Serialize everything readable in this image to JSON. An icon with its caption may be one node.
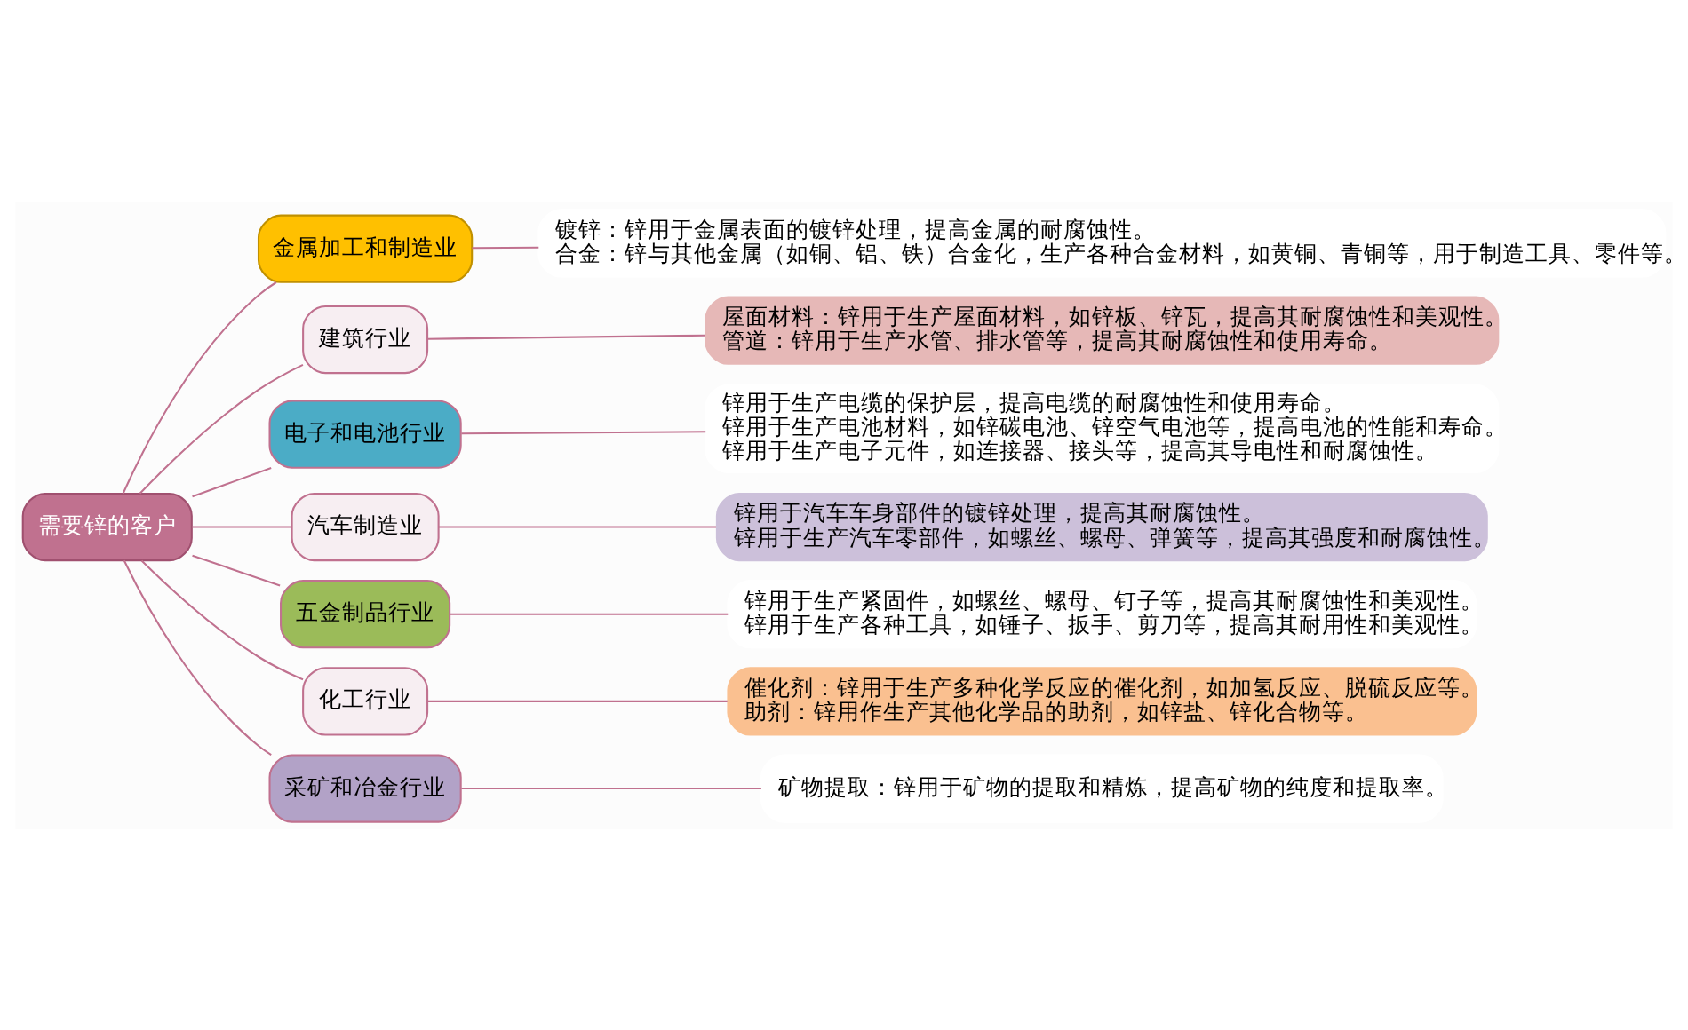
{
  "diagram": {
    "nodes": [
      {
        "text": [
          "需要锌的客户"
        ]
      },
      {
        "text": [
          "金属加工和制造业"
        ]
      },
      {
        "text": [
          "镀锌：锌用于金属表面的镀锌处理，提高金属的耐腐蚀性。",
          "合金：锌与其他金属（如铜、铝、铁）合金化，生产各种合金材料，如黄铜、青铜等，用于制造工具、零件等。"
        ]
      },
      {
        "text": [
          "建筑行业"
        ]
      },
      {
        "text": [
          "屋面材料：锌用于生产屋面材料，如锌板、锌瓦，提高其耐腐蚀性和美观性。",
          "管道：锌用于生产水管、排水管等，提高其耐腐蚀性和使用寿命。"
        ]
      },
      {
        "text": [
          "电子和电池行业"
        ]
      },
      {
        "text": [
          "锌用于生产电缆的保护层，提高电缆的耐腐蚀性和使用寿命。",
          "锌用于生产电池材料，如锌碳电池、锌空气电池等，提高电池的性能和寿命。",
          "锌用于生产电子元件，如连接器、接头等，提高其导电性和耐腐蚀性。"
        ]
      },
      {
        "text": [
          "汽车制造业"
        ]
      },
      {
        "text": [
          "锌用于汽车车身部件的镀锌处理，提高其耐腐蚀性。",
          "锌用于生产汽车零部件，如螺丝、螺母、弹簧等，提高其强度和耐腐蚀性。"
        ]
      },
      {
        "text": [
          "五金制品行业"
        ]
      },
      {
        "text": [
          "锌用于生产紧固件，如螺丝、螺母、钉子等，提高其耐腐蚀性和美观性。",
          "锌用于生产各种工具，如锤子、扳手、剪刀等，提高其耐用性和美观性。"
        ]
      },
      {
        "text": [
          "化工行业"
        ]
      },
      {
        "text": [
          "催化剂：锌用于生产多种化学反应的催化剂，如加氢反应、脱硫反应等。",
          "助剂：锌用作生产其他化学品的助剂，如锌盐、锌化合物等。"
        ]
      },
      {
        "text": [
          "采矿和冶金行业"
        ]
      },
      {
        "text": [
          "矿物提取：锌用于矿物的提取和精炼，提高矿物的纯度和提取率。"
        ]
      }
    ],
    "edges": [
      {
        "from": 0,
        "to": 1,
        "arrow": "none"
      },
      {
        "from": 1,
        "to": 2,
        "arrow": "none"
      },
      {
        "from": 0,
        "to": 3,
        "arrow": "none"
      },
      {
        "from": 3,
        "to": 4,
        "arrow": "none"
      },
      {
        "from": 0,
        "to": 5,
        "arrow": "none"
      },
      {
        "from": 5,
        "to": 6,
        "arrow": "none"
      },
      {
        "from": 0,
        "to": 7,
        "arrow": "none"
      },
      {
        "from": 7,
        "to": 8,
        "arrow": "none"
      },
      {
        "from": 0,
        "to": 9,
        "arrow": "none"
      },
      {
        "from": 9,
        "to": 10,
        "arrow": "none"
      },
      {
        "from": 0,
        "to": 11,
        "arrow": "none"
      },
      {
        "from": 11,
        "to": 12,
        "arrow": "none"
      },
      {
        "from": 0,
        "to": 13,
        "arrow": "none"
      },
      {
        "from": 13,
        "to": 14,
        "arrow": "none"
      }
    ]
  }
}
